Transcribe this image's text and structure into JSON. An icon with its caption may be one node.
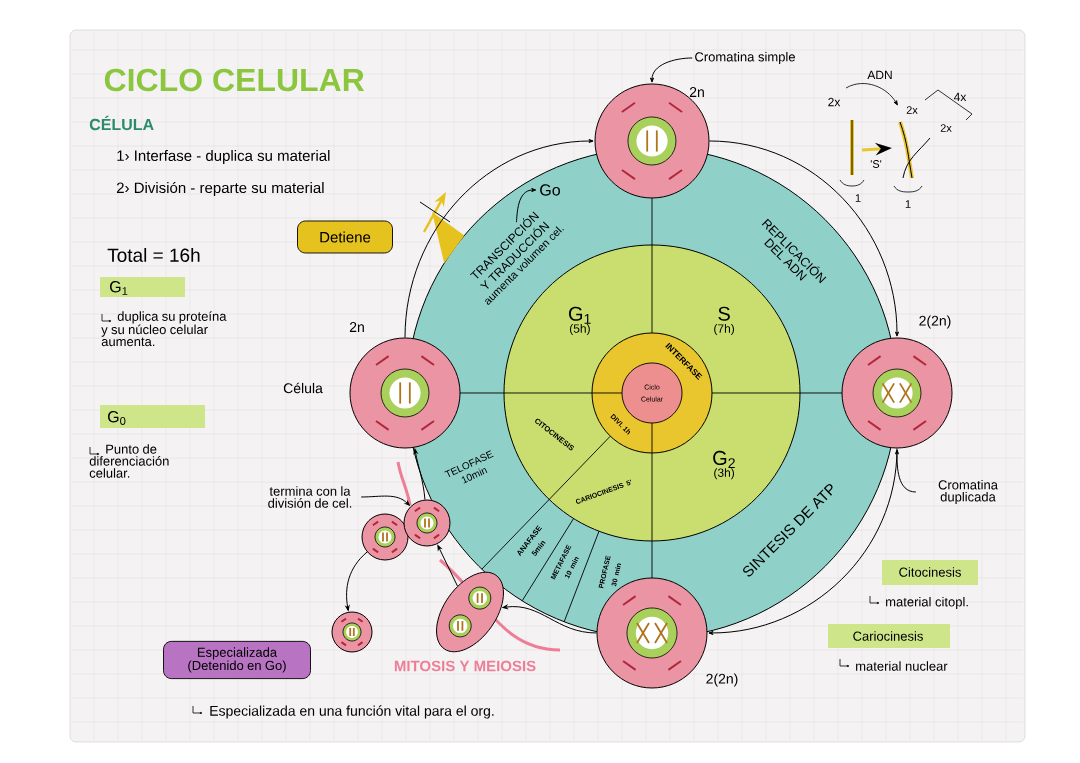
{
  "diagram": {
    "title": "CICLO CELULAR",
    "nodes": [
      {
        "text": [
          "Ciclo Celular"
        ]
      },
      {
        "text": [
          "INTERFASE"
        ]
      },
      {
        "text": [
          "DIVI. 1h"
        ]
      },
      {
        "text": [
          "G$_{1}$",
          "(5h)"
        ]
      },
      {
        "text": [
          "S",
          "(7h)"
        ]
      },
      {
        "text": [
          "G$_{2}$",
          "(3h)"
        ]
      },
      {
        "text": [
          "CITOCINESIS"
        ]
      },
      {
        "text": [
          "CARIOCINESIS 5'"
        ]
      },
      {
        "text": [
          "TRANSCIPCIÓN Y TRADUCCIÓN",
          "aumenta volumen cel."
        ]
      },
      {
        "text": [
          "REPLICACIÓN DEL ADN"
        ]
      },
      {
        "text": [
          "SINTESIS DE ATP"
        ]
      },
      {
        "text": [
          "TELOFASE 10min"
        ]
      },
      {
        "text": [
          "ANAFASE 5min"
        ]
      },
      {
        "text": [
          "METAFASE 10 min"
        ]
      },
      {
        "text": [
          "PROFASE 30 min"
        ]
      },
      {
        "text": [],
        "shape": "circle",
        "beside": [
          "2n"
        ]
      },
      {
        "text": [],
        "shape": "circle",
        "beside": [
          "2(2n)"
        ]
      },
      {
        "text": [],
        "shape": "circle",
        "beside": [
          "2(2n)"
        ]
      },
      {
        "text": [],
        "shape": "circle",
        "beside": [
          "2n",
          "Célula"
        ]
      },
      {
        "text": [],
        "shape": "ellipse"
      },
      {
        "text": [],
        "shape": "circle"
      },
      {
        "text": [],
        "shape": "circle"
      },
      {
        "text": [],
        "shape": "circle"
      },
      {
        "text": [
          "Cromatina simple"
        ]
      },
      {
        "text": [
          "Cromatina duplicada"
        ]
      },
      {
        "text": [
          "termina con la división de cel."
        ]
      },
      {
        "text": [
          "Detiene"
        ]
      },
      {
        "text": [
          "Go"
        ]
      },
      {
        "text": [
          "Especializada (Detenido en Go)"
        ]
      }
    ],
    "edges": [
      {
        "from": 15,
        "to": 16,
        "arrow": "to"
      },
      {
        "from": 16,
        "to": 17,
        "arrow": "to"
      },
      {
        "from": 17,
        "to": 19,
        "arrow": "to"
      },
      {
        "from": 19,
        "to": 21,
        "arrow": "to"
      },
      {
        "from": 21,
        "to": 18,
        "arrow": "to"
      },
      {
        "from": 18,
        "to": 15,
        "arrow": "to"
      },
      {
        "from": 20,
        "to": 22,
        "arrow": "to"
      },
      {
        "from": 23,
        "to": 15,
        "arrow": "to"
      },
      {
        "from": 24,
        "to": 16,
        "arrow": "to"
      },
      {
        "from": 25,
        "to": 21,
        "arrow": "to"
      },
      {
        "from": 8,
        "to": 27,
        "arrow": "to"
      }
    ],
    "labels": [
      "CÉLULA",
      "1› Interfase - duplica su material",
      "2› División - reparte su material",
      "Total = 16h",
      "G$_{1}$",
      "duplica su proteína y su núcleo celular aumenta.",
      "G$_{0}$",
      "Punto de diferenciación celular.",
      "MITOSIS Y MEIOSIS",
      "Especializada en una función vital para el org.",
      "Citocinesis",
      "material citopl.",
      "Cariocinesis",
      "material nuclear",
      "ADN",
      "2x",
      "2x",
      "4x",
      "2x",
      "'S'",
      "1",
      "1"
    ]
  }
}
